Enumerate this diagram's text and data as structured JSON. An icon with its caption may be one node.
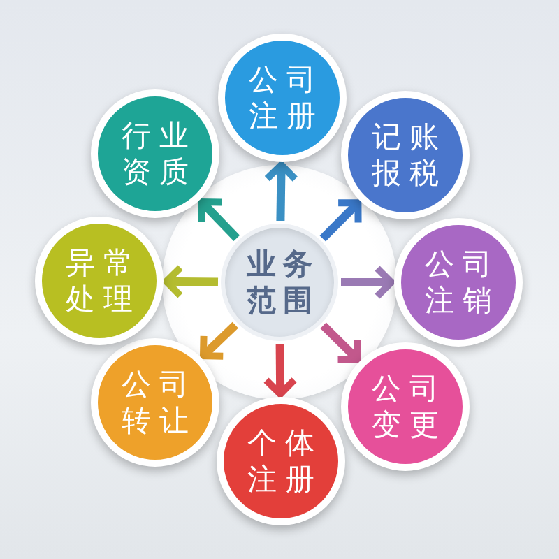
{
  "diagram": {
    "nodes": [
      {
        "text": [
          "业务范围"
        ]
      },
      {
        "text": [
          "公司注册"
        ]
      },
      {
        "text": [
          "记账报税"
        ]
      },
      {
        "text": [
          "公司注销"
        ]
      },
      {
        "text": [
          "公司变更"
        ]
      },
      {
        "text": [
          "个体注册"
        ]
      },
      {
        "text": [
          "公司转让"
        ]
      },
      {
        "text": [
          "异常处理"
        ]
      },
      {
        "text": [
          "行业资质"
        ]
      }
    ],
    "edges": [
      {
        "from": 0,
        "to": 1,
        "arrow": "to",
        "color": "#3a90c4"
      },
      {
        "from": 0,
        "to": 2,
        "arrow": "to",
        "color": "#3a78c8"
      },
      {
        "from": 0,
        "to": 3,
        "arrow": "to",
        "color": "#9a7ab4"
      },
      {
        "from": 0,
        "to": 4,
        "arrow": "to",
        "color": "#c2588c"
      },
      {
        "from": 0,
        "to": 5,
        "arrow": "to",
        "color": "#d8444e"
      },
      {
        "from": 0,
        "to": 6,
        "arrow": "to",
        "color": "#dc9a2c"
      },
      {
        "from": 0,
        "to": 7,
        "arrow": "to",
        "color": "#b4bc30"
      },
      {
        "from": 0,
        "to": 8,
        "arrow": "to",
        "color": "#24a08e"
      }
    ]
  }
}
